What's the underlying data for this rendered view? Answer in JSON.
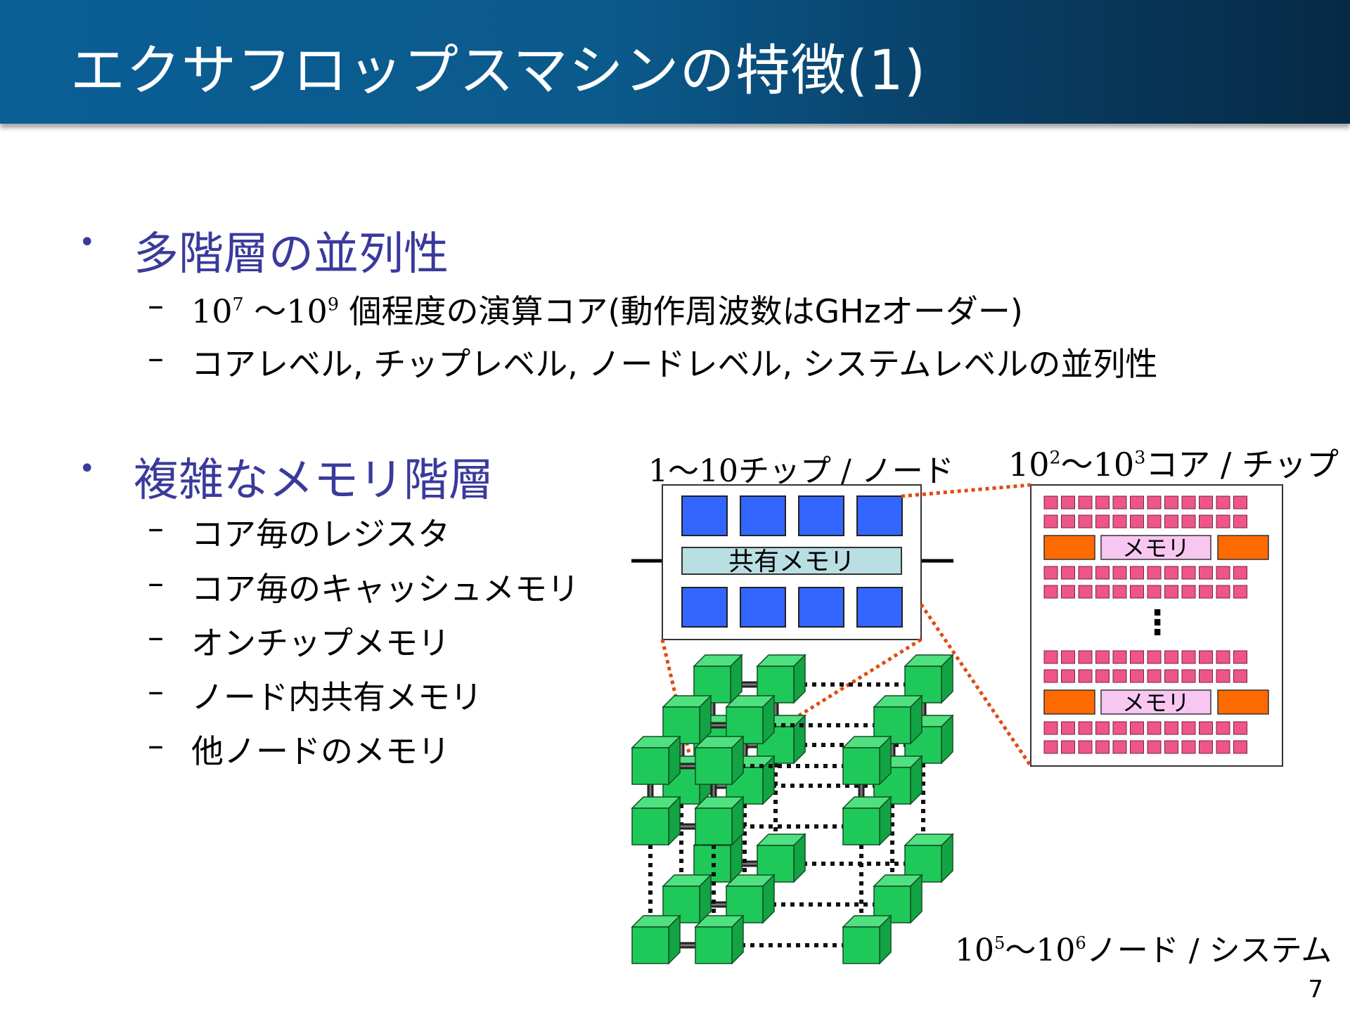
{
  "slide": {
    "title": "エクサフロップスマシンの特徴(1)",
    "page_number": "7"
  },
  "bullets": [
    {
      "text": "多階層の並列性",
      "subs": [
        {
          "base1": "10",
          "exp1": "7",
          "mid": " ～",
          "base2": "10",
          "exp2": "9",
          "rest": " 個程度の演算コア(動作周波数はGHzオーダー)"
        },
        {
          "text": "コアレベル, チップレベル, ノードレベル, システムレベルの並列性"
        }
      ]
    },
    {
      "text": "複雑なメモリ階層",
      "subs": [
        {
          "text": "コア毎のレジスタ"
        },
        {
          "text": "コア毎のキャッシュメモリ"
        },
        {
          "text": "オンチップメモリ"
        },
        {
          "text": "ノード内共有メモリ"
        },
        {
          "text": "他ノードのメモリ"
        }
      ]
    }
  ],
  "diagram": {
    "node_label": "1～10チップ / ノード",
    "chip_label": {
      "base1": "10",
      "exp1": "2",
      "mid": "～",
      "base2": "10",
      "exp2": "3",
      "rest": "コア / チップ"
    },
    "system_label": {
      "base1": "10",
      "exp1": "5",
      "mid": "～",
      "base2": "10",
      "exp2": "6",
      "rest": "ノード / システム"
    },
    "shared_memory": "共有メモリ",
    "chip_memory": "メモリ",
    "ellipsis": "⋮"
  },
  "colors": {
    "bullet": "#3a3a9c",
    "chip_blue": "#3366ff",
    "shared_memory_fill": "#b9dfe3",
    "core_pink": "#ee5588",
    "memory_orange": "#ff6a00",
    "memory_pink": "#f7c7f2",
    "node_green": "#1ec95a",
    "connector": "#e04a10"
  }
}
